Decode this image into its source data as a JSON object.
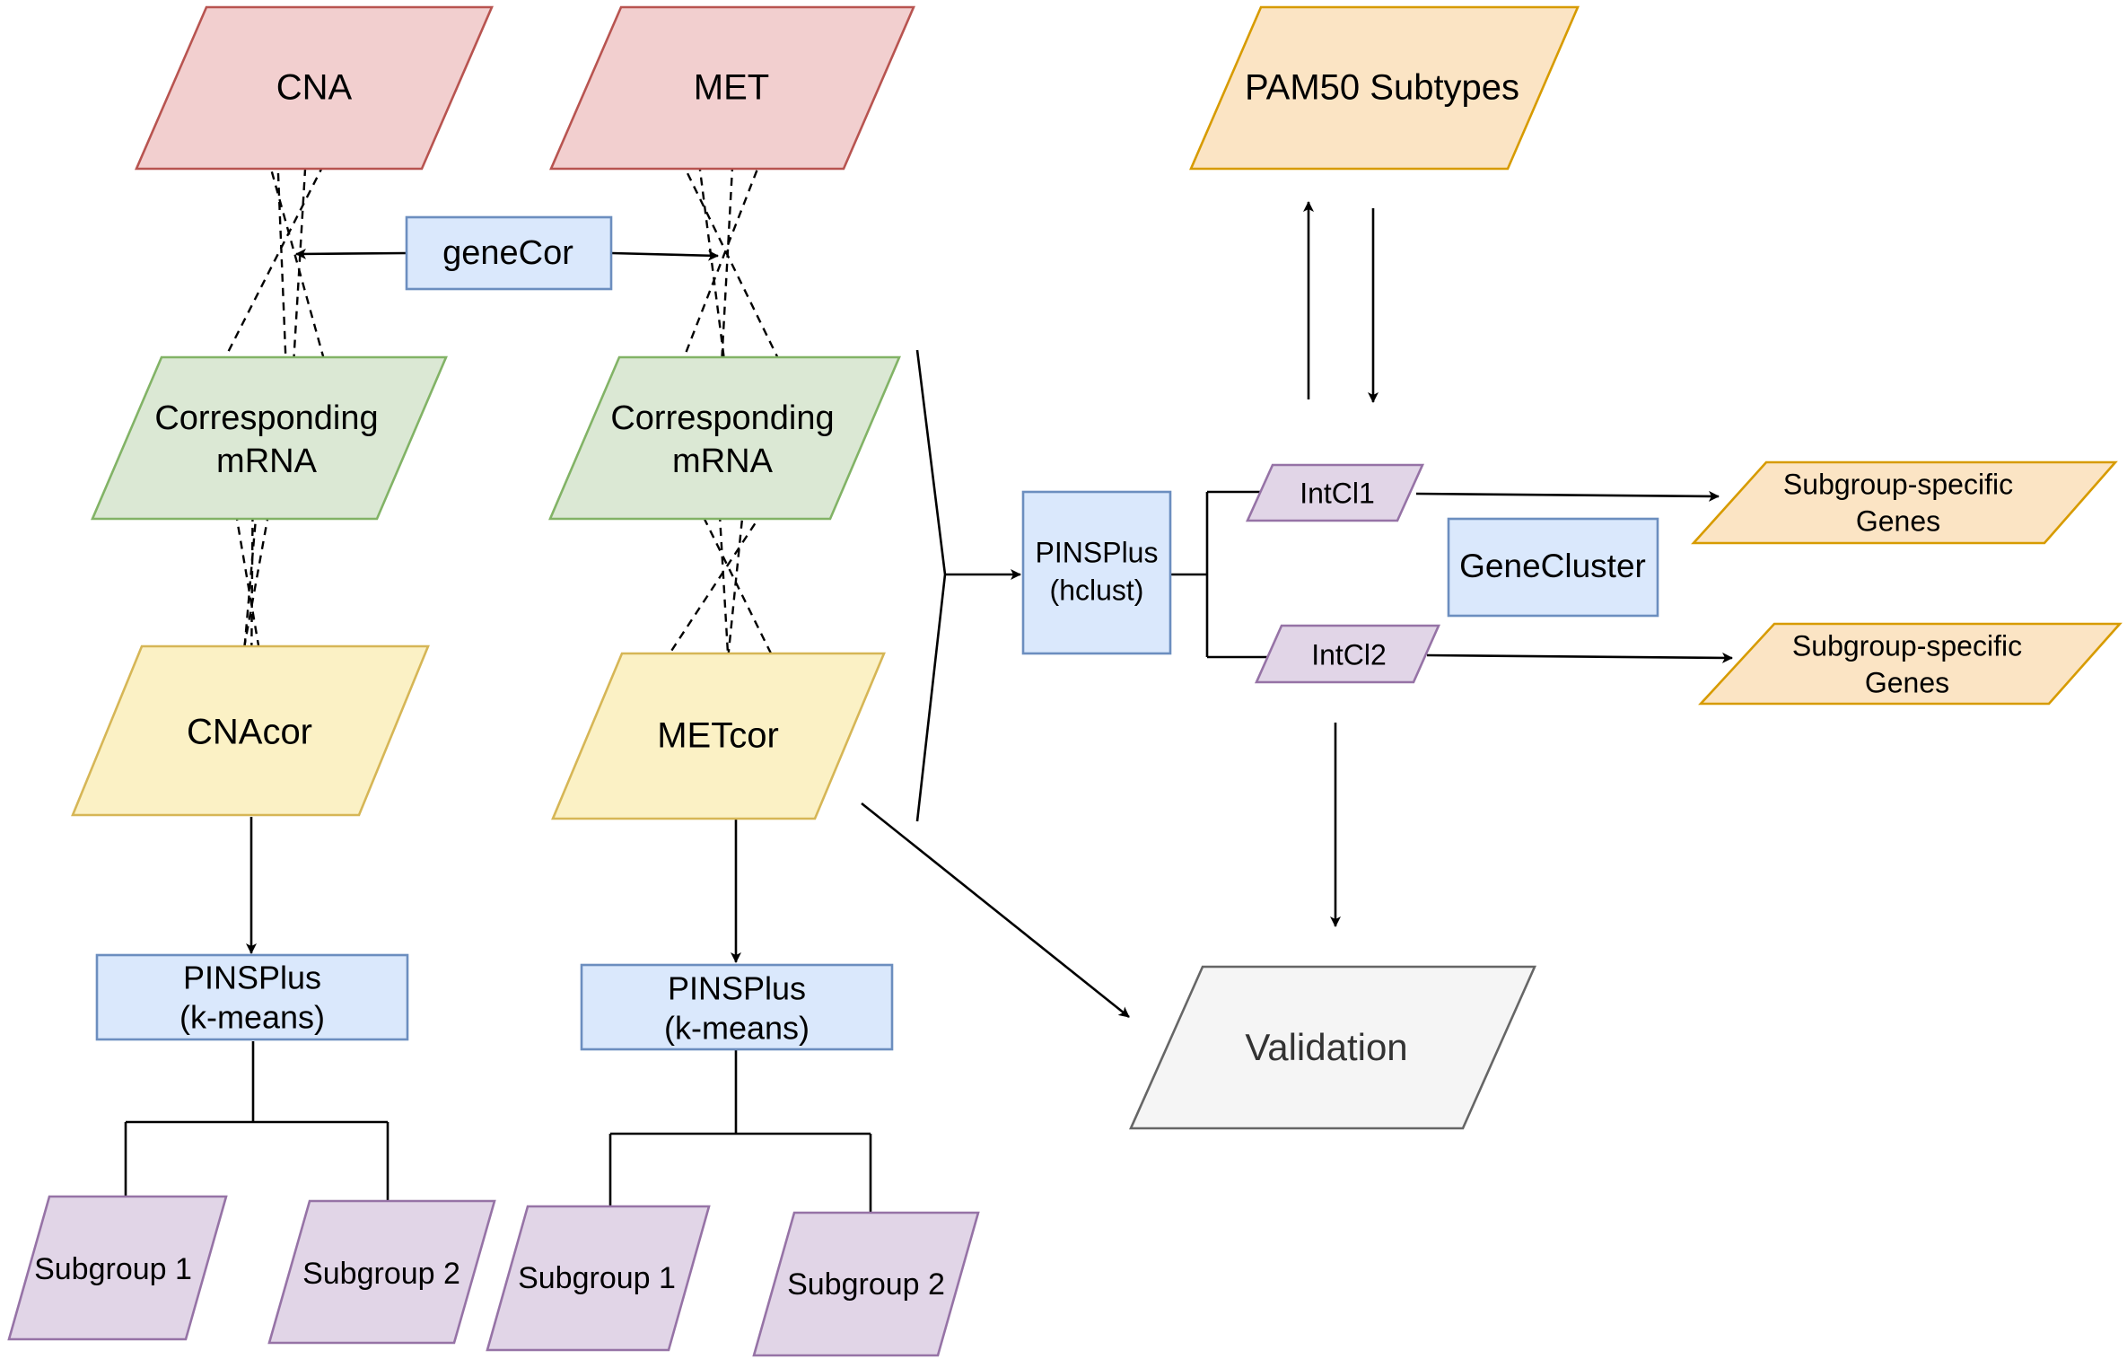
{
  "colors": {
    "red_fill": "#f2cfcf",
    "red_stroke": "#b85450",
    "green_fill": "#dbe8d4",
    "green_stroke": "#82b366",
    "yellow_fill": "#fbf1c5",
    "yellow_stroke": "#d6b656",
    "blue_fill": "#dae8fc",
    "blue_stroke": "#6c8ebf",
    "purple_fill": "#e1d5e7",
    "purple_stroke": "#9673a6",
    "orange_fill": "#fbe4c4",
    "orange_stroke": "#d79b00",
    "gray_fill": "#f5f5f5",
    "gray_stroke": "#666666"
  },
  "nodes": {
    "cna": "CNA",
    "met": "MET",
    "pam50": "PAM50 Subtypes",
    "genecor": "geneCor",
    "mrna_left_1": "Corresponding",
    "mrna_left_2": "mRNA",
    "mrna_right_1": "Corresponding",
    "mrna_right_2": "mRNA",
    "cnacor": "CNAcor",
    "metcor": "METcor",
    "pins_left_1": "PINSPlus",
    "pins_left_2": "(k-means)",
    "pins_mid_1": "PINSPlus",
    "pins_mid_2": "(k-means)",
    "pins_h_1": "PINSPlus",
    "pins_h_2": "(hclust)",
    "sub1_left": "Subgroup 1",
    "sub2_left": "Subgroup 2",
    "sub1_mid": "Subgroup 1",
    "sub2_mid": "Subgroup 2",
    "intcl1": "IntCl1",
    "intcl2": "IntCl2",
    "genecluster": "GeneCluster",
    "ssg1_1": "Subgroup-specific",
    "ssg1_2": "Genes",
    "ssg2_1": "Subgroup-specific",
    "ssg2_2": "Genes",
    "validation": "Validation"
  }
}
